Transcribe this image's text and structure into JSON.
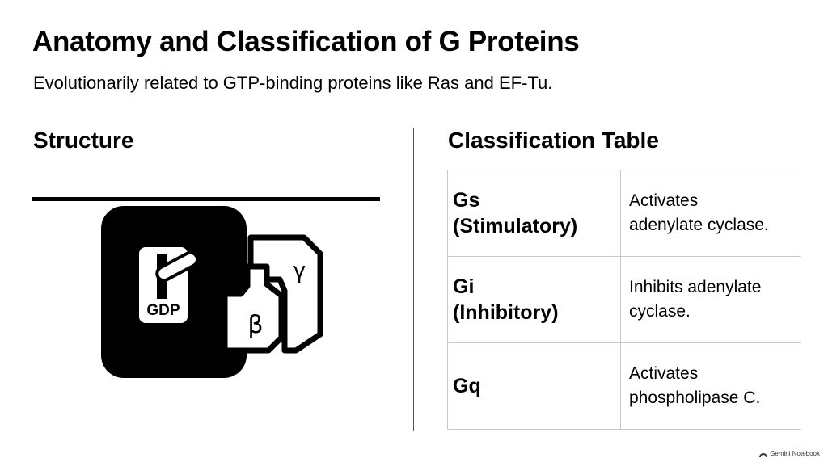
{
  "title": "Anatomy and Classification of G Proteins",
  "subtitle": "Evolutionarily related to GTP-binding proteins like Ras and EF-Tu.",
  "structure": {
    "heading": "Structure",
    "alpha_label": "GDP",
    "beta_label": "β",
    "gamma_label": "γ"
  },
  "classification": {
    "heading": "Classification Table",
    "rows": [
      {
        "name_line1": "Gs",
        "name_line2": "(Stimulatory)",
        "desc_line1": "Activates",
        "desc_line2": "adenylate cyclase."
      },
      {
        "name_line1": "Gi",
        "name_line2": "(Inhibitory)",
        "desc_line1": "Inhibits adenylate",
        "desc_line2": "cyclase."
      },
      {
        "name_line1": "Gq",
        "name_line2": "",
        "desc_line1": "Activates",
        "desc_line2": "phospholipase C."
      }
    ]
  },
  "brand": {
    "label": "Gemini Notebook",
    "icon": "notebook-logo-icon"
  },
  "colors": {
    "foreground": "#000000",
    "background": "#ffffff",
    "table_border": "#c8c8c8"
  }
}
